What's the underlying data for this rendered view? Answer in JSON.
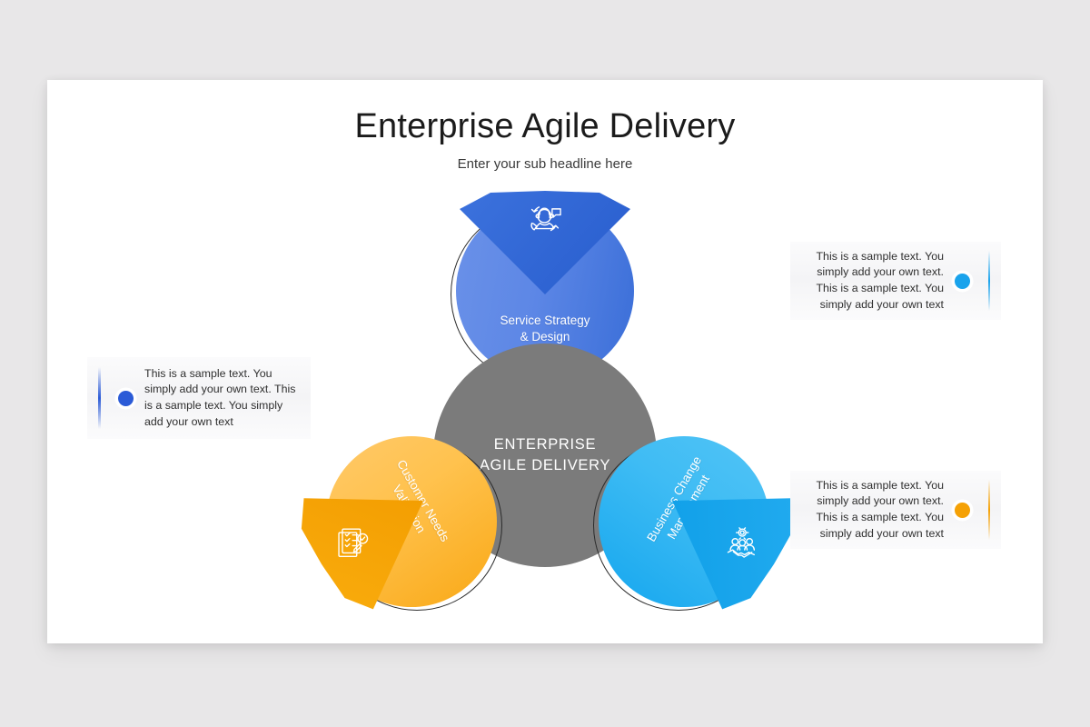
{
  "slide": {
    "title": "Enterprise Agile Delivery",
    "subtitle": "Enter your sub headline here"
  },
  "center": {
    "label": "ENTERPRISE\nAGILE DELIVERY",
    "color": "#7b7b7b",
    "text_color": "#ffffff"
  },
  "petals": [
    {
      "id": "service-strategy-design",
      "label": "Service Strategy\n& Design",
      "color_light": "#6a91e8",
      "color_dark": "#3a6ed8",
      "wedge_color": "#2f66d6",
      "icon": "customer-support-icon",
      "position": "top"
    },
    {
      "id": "customer-needs-validation",
      "label": "Customer Needs\nValidation",
      "color_light": "#ffc24e",
      "color_dark": "#f9a815",
      "wedge_color": "#f5a105",
      "icon": "checklist-icon",
      "position": "bottom-left"
    },
    {
      "id": "business-change-management",
      "label": "Business Change\nManagement",
      "color_light": "#3fbcf4",
      "color_dark": "#14a6ee",
      "wedge_color": "#14a6ee",
      "icon": "team-handshake-icon",
      "position": "bottom-right"
    }
  ],
  "callouts": [
    {
      "id": "callout-left",
      "text": "This is a sample text.  You simply add your own text.  This is a sample text. You simply add your own text",
      "dot_color": "#2b5bd7",
      "bar_color": "#2b5bd7",
      "side": "left",
      "align": "left"
    },
    {
      "id": "callout-top-right",
      "text": "This is a sample text.  You simply add your own text. This is a sample text. You simply add your own text",
      "dot_color": "#1aa3ec",
      "bar_color": "#1aa3ec",
      "side": "right",
      "align": "right"
    },
    {
      "id": "callout-bottom-right",
      "text": "This is a sample text.  You simply add your own text. This is a sample text. You simply add your own text",
      "dot_color": "#f5a105",
      "bar_color": "#f5a105",
      "side": "right",
      "align": "right"
    }
  ],
  "colors": {
    "page_background": "#e8e7e8",
    "slide_background": "#ffffff",
    "outline": "#2b2b2b"
  }
}
